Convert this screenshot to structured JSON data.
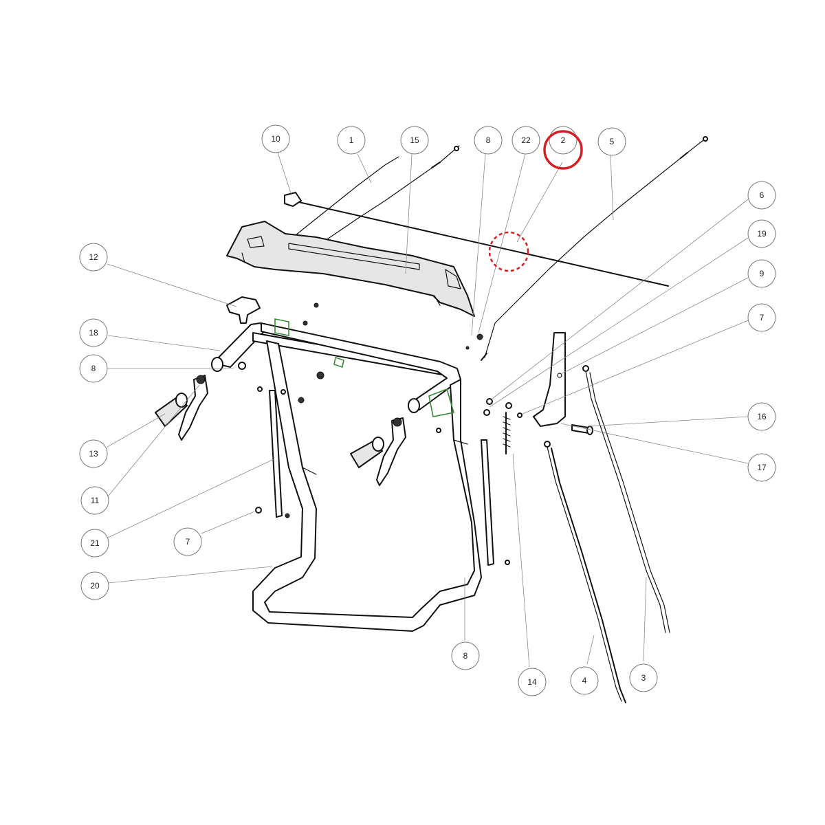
{
  "highlight": {
    "color": "#d41f26",
    "callout_label": "2"
  },
  "colors": {
    "line": "#111111",
    "callout_border": "#777777",
    "leader": "#888888",
    "accent_green": "#3a8a3a"
  },
  "callouts": [
    {
      "id": "c10",
      "label": "10"
    },
    {
      "id": "c1",
      "label": "1"
    },
    {
      "id": "c15",
      "label": "15"
    },
    {
      "id": "c8a",
      "label": "8"
    },
    {
      "id": "c22",
      "label": "22"
    },
    {
      "id": "c2",
      "label": "2"
    },
    {
      "id": "c5",
      "label": "5"
    },
    {
      "id": "c6",
      "label": "6"
    },
    {
      "id": "c19",
      "label": "19"
    },
    {
      "id": "c9",
      "label": "9"
    },
    {
      "id": "c7a",
      "label": "7"
    },
    {
      "id": "c16",
      "label": "16"
    },
    {
      "id": "c17",
      "label": "17"
    },
    {
      "id": "c12",
      "label": "12"
    },
    {
      "id": "c18",
      "label": "18"
    },
    {
      "id": "c8b",
      "label": "8"
    },
    {
      "id": "c13",
      "label": "13"
    },
    {
      "id": "c11",
      "label": "11"
    },
    {
      "id": "c21",
      "label": "21"
    },
    {
      "id": "c7b",
      "label": "7"
    },
    {
      "id": "c20",
      "label": "20"
    },
    {
      "id": "c8c",
      "label": "8"
    },
    {
      "id": "c14",
      "label": "14"
    },
    {
      "id": "c4",
      "label": "4"
    },
    {
      "id": "c3",
      "label": "3"
    }
  ]
}
